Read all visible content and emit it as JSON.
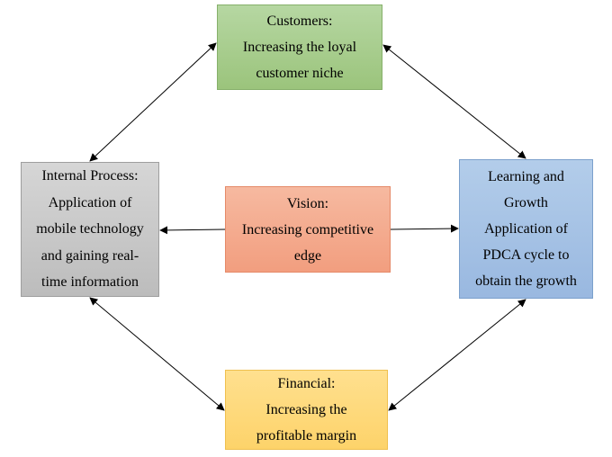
{
  "customers": {
    "lines": [
      "Customers:",
      "Increasing the loyal",
      "customer niche"
    ],
    "color": "#a9cf8e"
  },
  "internal_process": {
    "lines": [
      "Internal Process:",
      "Application of",
      "mobile technology",
      "and gaining real-",
      "time information"
    ],
    "color": "#c9c9c9"
  },
  "vision": {
    "lines": [
      "Vision:",
      "Increasing competitive",
      "edge"
    ],
    "color": "#f4ab8e"
  },
  "learning_growth": {
    "lines": [
      "Learning and",
      "Growth",
      "Application of",
      "PDCA cycle to",
      "obtain the growth"
    ],
    "color": "#a6c3e6"
  },
  "financial": {
    "lines": [
      "Financial:",
      "Increasing the",
      "profitable margin"
    ],
    "color": "#fed97c"
  },
  "connectors": [
    {
      "from": "customers",
      "to": "internal_process",
      "type": "bidirectional"
    },
    {
      "from": "customers",
      "to": "learning_growth",
      "type": "bidirectional"
    },
    {
      "from": "internal_process",
      "to": "financial",
      "type": "bidirectional"
    },
    {
      "from": "learning_growth",
      "to": "financial",
      "type": "bidirectional"
    },
    {
      "from": "vision",
      "to": "internal_process",
      "type": "one-way"
    },
    {
      "from": "vision",
      "to": "learning_growth",
      "type": "one-way"
    }
  ]
}
